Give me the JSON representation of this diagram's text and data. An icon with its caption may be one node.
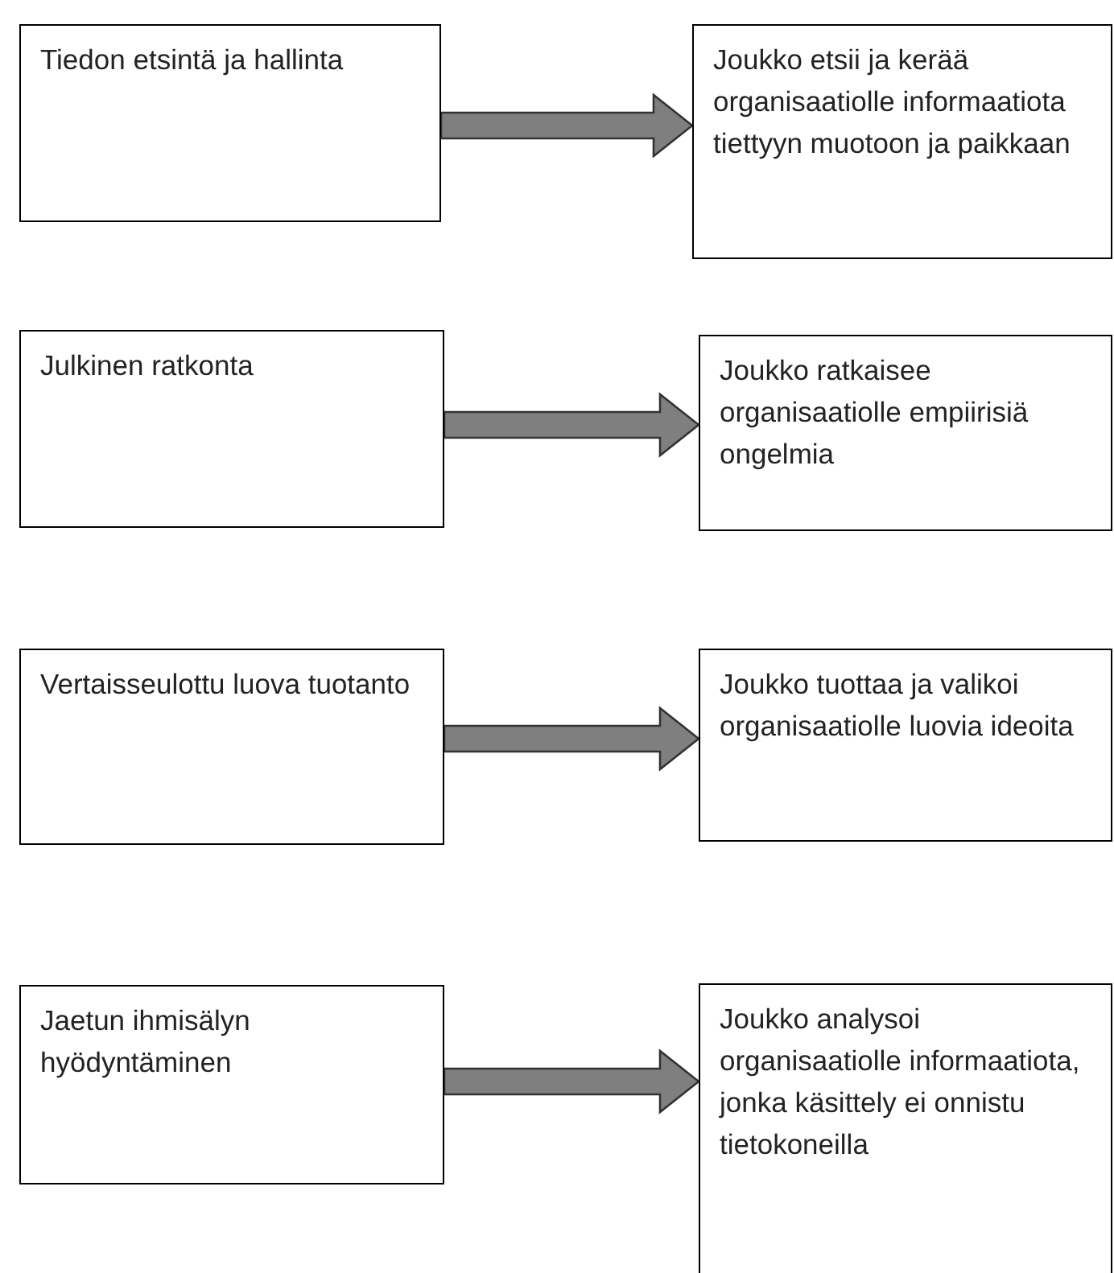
{
  "diagram": {
    "nodes": [
      {
        "text": [
          "Tiedon etsintä ja hallinta"
        ]
      },
      {
        "text": [
          "Joukko etsii ja kerää organisaatiolle informaatiota tiettyyn muotoon ja paikkaan"
        ]
      },
      {
        "text": [
          "Julkinen ratkonta"
        ]
      },
      {
        "text": [
          "Joukko ratkaisee organisaatiolle empiirisiä ongelmia"
        ]
      },
      {
        "text": [
          "Vertaisseulottu luova tuotanto"
        ]
      },
      {
        "text": [
          "Joukko tuottaa ja valikoi organisaatiolle luovia ideoita"
        ]
      },
      {
        "text": [
          "Jaetun ihmisälyn hyödyntäminen"
        ]
      },
      {
        "text": [
          "Joukko analysoi organisaatiolle informaatiota, jonka käsittely ei onnistu tietokoneilla"
        ]
      }
    ],
    "edges": [
      {
        "from": 0,
        "to": 1,
        "arrow": "to"
      },
      {
        "from": 2,
        "to": 3,
        "arrow": "to"
      },
      {
        "from": 4,
        "to": 5,
        "arrow": "to"
      },
      {
        "from": 6,
        "to": 7,
        "arrow": "to"
      }
    ]
  }
}
